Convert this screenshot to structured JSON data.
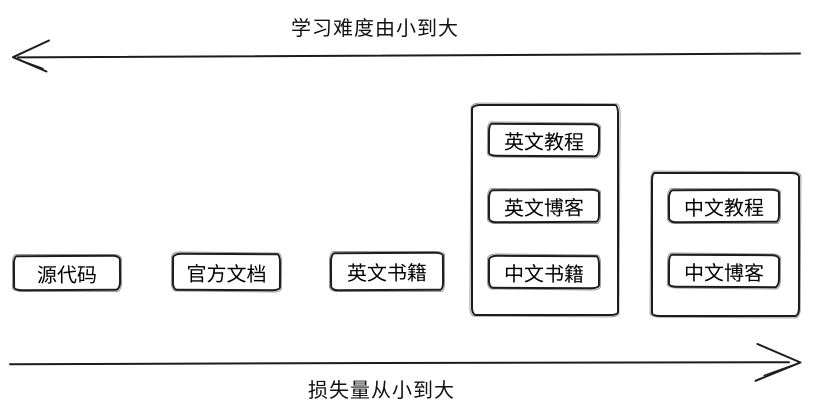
{
  "diagram": {
    "top_arrow_label": "学习难度由小到大",
    "bottom_arrow_label": "损失量从小到大",
    "arrows": {
      "top_direction": "left",
      "bottom_direction": "right"
    },
    "boxes": {
      "source_code": "源代码",
      "official_docs": "官方文档",
      "english_books": "英文书籍",
      "english_tutorial": "英文教程",
      "english_blog": "英文博客",
      "chinese_books": "中文书籍",
      "chinese_tutorial": "中文教程",
      "chinese_blog": "中文博客"
    },
    "colors": {
      "stroke": "#1c1c1c",
      "background": "#ffffff",
      "text": "#000000"
    }
  }
}
